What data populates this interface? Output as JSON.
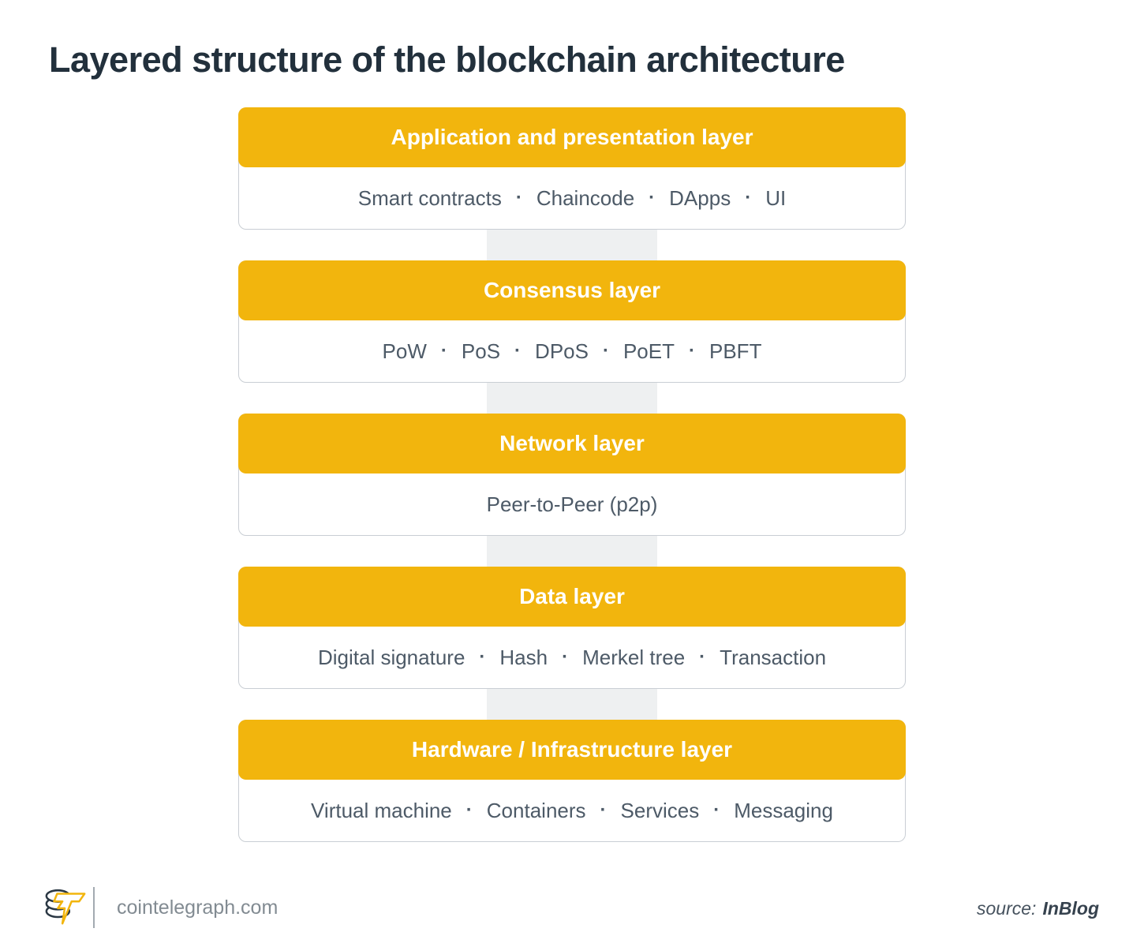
{
  "page": {
    "title": "Layered structure of the blockchain architecture"
  },
  "colors": {
    "accent": "#F2B50D",
    "header_text": "#FFFFFF",
    "body_text": "#4D5A67",
    "title_text": "#22303C",
    "box_border": "#C9CED4",
    "connector_band": "#EEF0F1",
    "footer_text": "#828B92",
    "source_text": "#46525E"
  },
  "separator": "·",
  "layers": [
    {
      "title": "Application and presentation layer",
      "items": [
        "Smart contracts",
        "Chaincode",
        "DApps",
        "UI"
      ]
    },
    {
      "title": "Consensus layer",
      "items": [
        "PoW",
        "PoS",
        "DPoS",
        "PoET",
        "PBFT"
      ]
    },
    {
      "title": "Network layer",
      "items": [
        "Peer-to-Peer (p2p)"
      ]
    },
    {
      "title": "Data layer",
      "items": [
        "Digital signature",
        "Hash",
        "Merkel tree",
        "Transaction"
      ]
    },
    {
      "title": "Hardware / Infrastructure layer",
      "items": [
        "Virtual machine",
        "Containers",
        "Services",
        "Messaging"
      ]
    }
  ],
  "footer": {
    "logo_icon": "cointelegraph-coin-stack-lightning",
    "site": "cointelegraph.com",
    "source_label": "source:",
    "source_name": "InBlog"
  }
}
